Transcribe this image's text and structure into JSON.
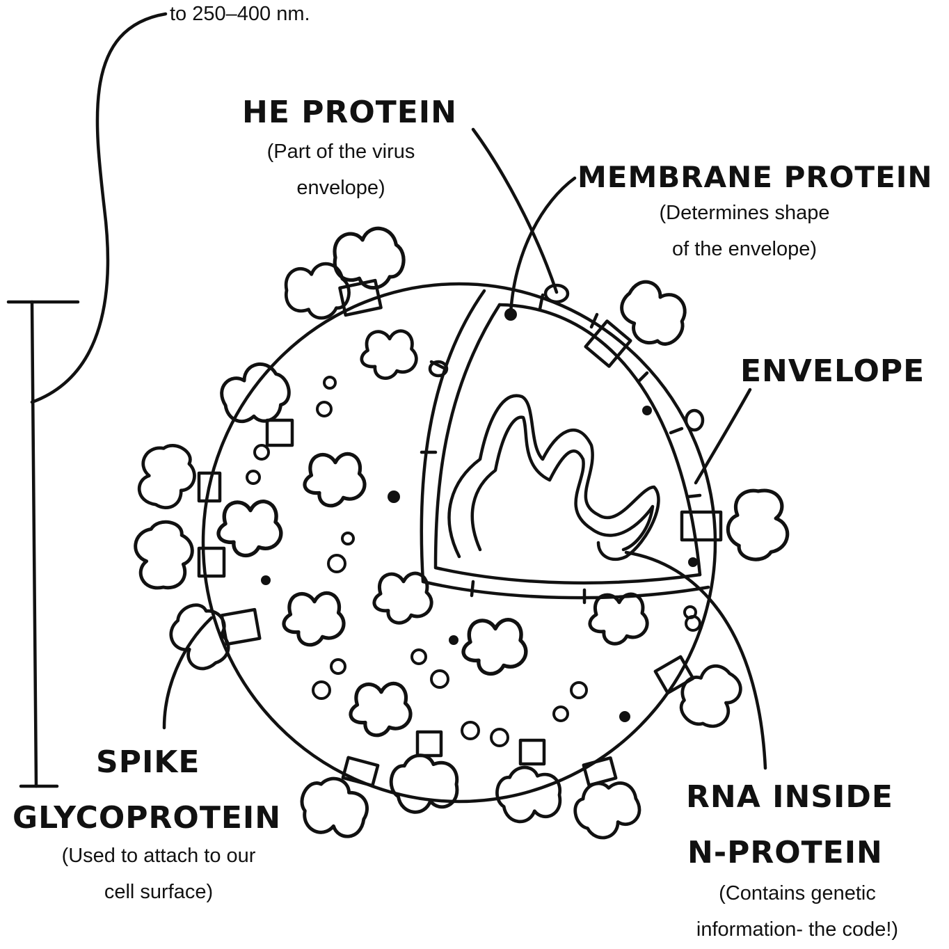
{
  "scale_note": "to 250–400 nm.",
  "labels": {
    "he_protein": {
      "title": "HE PROTEIN",
      "note_line1": "(Part of the virus",
      "note_line2": "envelope)"
    },
    "membrane_protein": {
      "title": "MEMBRANE PROTEIN",
      "note_line1": "(Determines shape",
      "note_line2": "of the envelope)"
    },
    "envelope": {
      "title": "ENVELOPE"
    },
    "spike": {
      "title_line1": "SPIKE",
      "title_line2": "GLYCOPROTEIN",
      "note_line1": "(Used to attach to our",
      "note_line2": "cell surface)"
    },
    "rna": {
      "title_line1": "RNA INSIDE",
      "title_line2": "N-PROTEIN",
      "note_line1": "(Contains genetic",
      "note_line2": "information- the code!)"
    }
  },
  "colors": {
    "ink": "#111111",
    "background": "#ffffff"
  }
}
